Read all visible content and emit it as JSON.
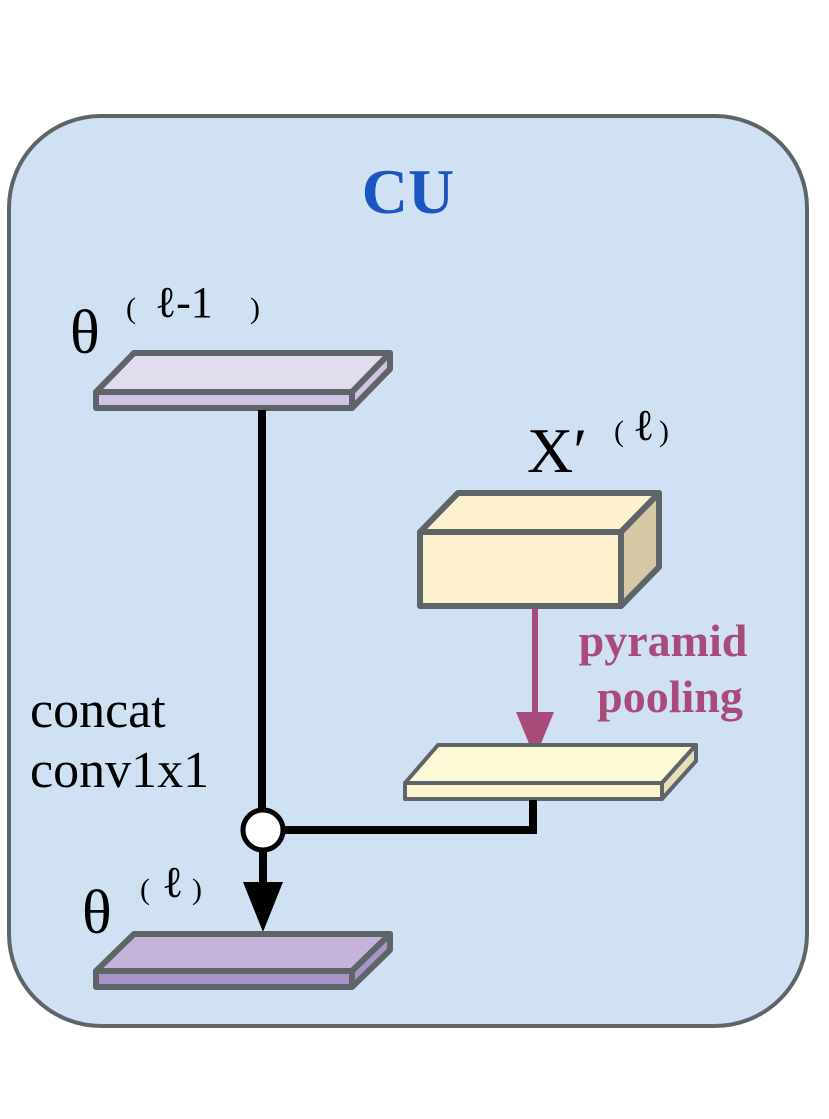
{
  "title": "CU",
  "inputs": {
    "theta_prev": {
      "symbol": "θ",
      "superscript": "ℓ-1"
    },
    "x_prime": {
      "symbol": "X′",
      "superscript": "ℓ"
    }
  },
  "operations": {
    "pyramid_pooling_line1": "pyramid",
    "pyramid_pooling_line2": "pooling",
    "concat_line1": "concat",
    "concat_line2": "conv1x1"
  },
  "output": {
    "theta_next": {
      "symbol": "θ",
      "superscript": "ℓ"
    }
  },
  "colors": {
    "panel_fill": "#cfe1f2",
    "panel_stroke": "#5f6468",
    "title": "#1a55c2",
    "theta_prev_top": "#e2dcef",
    "theta_prev_front": "#cfc4e5",
    "theta_next_top": "#c4b4da",
    "theta_next_front": "#a895c8",
    "cube_front": "#fdf0cf",
    "cube_top": "#fdf0cf",
    "cube_side": "#d5c8a4",
    "pooled_top": "#fdf8d6",
    "pooled_front": "#fcf6d0",
    "pooling_arrow": "#a84a7a",
    "flow_line": "#000000"
  }
}
